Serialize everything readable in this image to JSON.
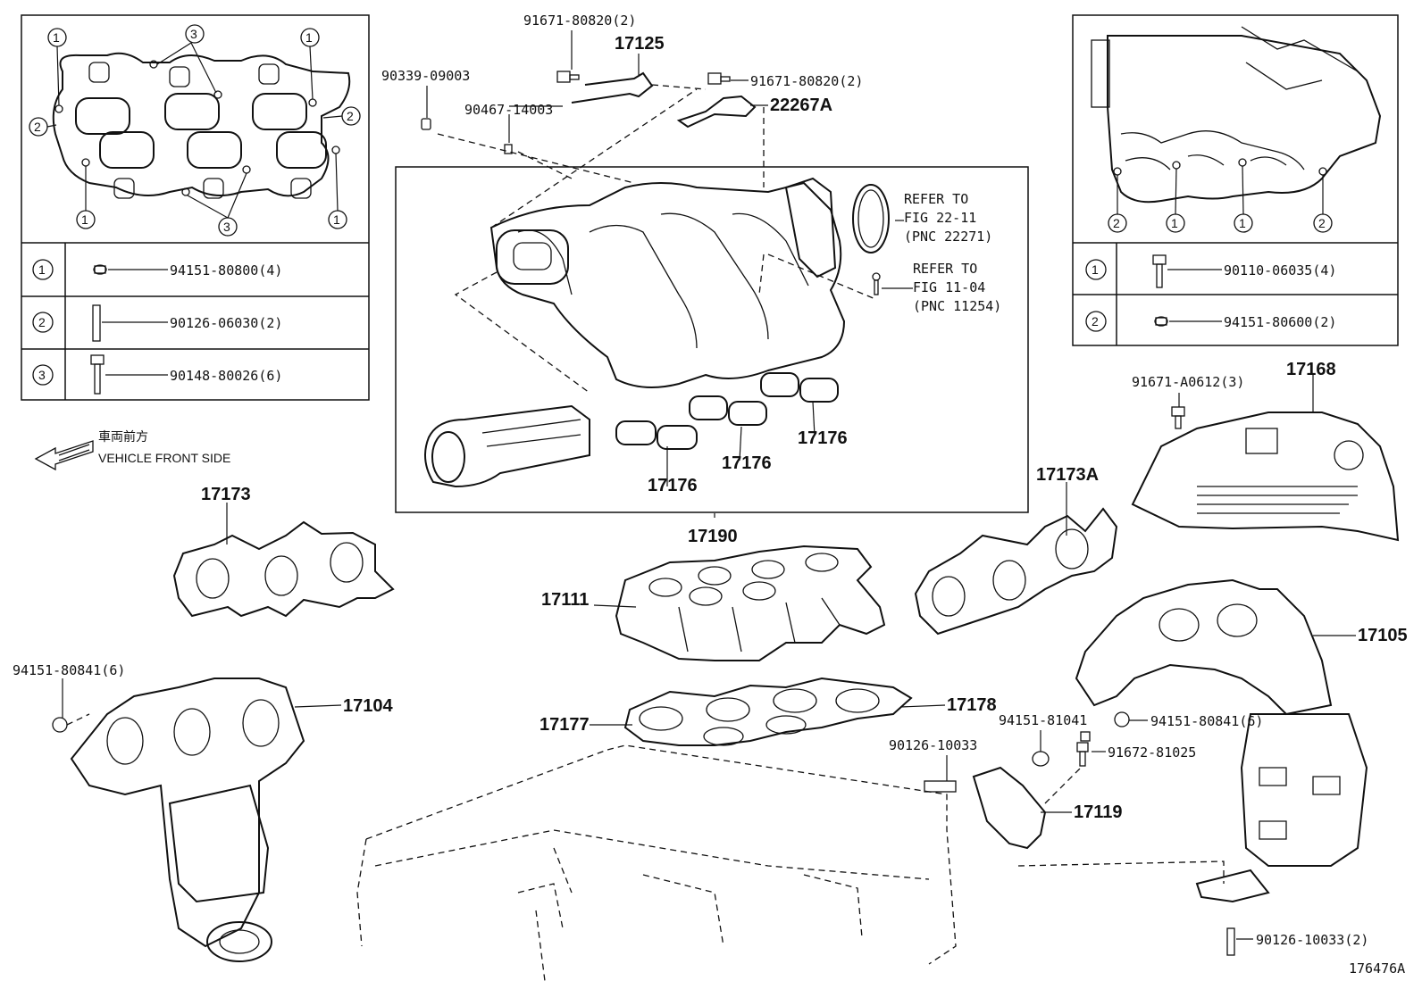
{
  "topleft_legend": [
    {
      "num": "1",
      "part": "94151-80800(4)",
      "icon": "nut-icon"
    },
    {
      "num": "2",
      "part": "90126-06030(2)",
      "icon": "stud-icon"
    },
    {
      "num": "3",
      "part": "90148-80026(6)",
      "icon": "bolt-icon"
    }
  ],
  "topleft_callouts": [
    "1",
    "3",
    "1",
    "2",
    "2",
    "1",
    "3",
    "1"
  ],
  "topright_legend": [
    {
      "num": "1",
      "part": "90110-06035(4)",
      "icon": "bolt-icon"
    },
    {
      "num": "2",
      "part": "94151-80600(2)",
      "icon": "nut-icon"
    }
  ],
  "topright_callouts": [
    "2",
    "1",
    "1",
    "2"
  ],
  "direction": {
    "jp": "車両前方",
    "en": "VEHICLE FRONT SIDE"
  },
  "refs": [
    {
      "l1": "REFER TO",
      "l2": "FIG 22-11",
      "l3": "(PNC 22271)"
    },
    {
      "l1": "REFER TO",
      "l2": "FIG 11-04",
      "l3": "(PNC 11254)"
    }
  ],
  "parts": {
    "p91671_80820_a": "91671-80820(2)",
    "p17125": "17125",
    "p90339": "90339-09003",
    "p90467": "90467-14003",
    "p91671_80820_b": "91671-80820(2)",
    "p22267A": "22267A",
    "p17176a": "17176",
    "p17176b": "17176",
    "p17176c": "17176",
    "p17190": "17190",
    "p17173": "17173",
    "p17173A": "17173A",
    "p91671_A0612": "91671-A0612(3)",
    "p17168": "17168",
    "p17111": "17111",
    "p17105": "17105",
    "p94151_80841_l": "94151-80841(6)",
    "p17104": "17104",
    "p17177": "17177",
    "p17178": "17178",
    "p90126_10033": "90126-10033",
    "p94151_81041": "94151-81041",
    "p91672_81025": "91672-81025",
    "p94151_80841_r": "94151-80841(6)",
    "p17119": "17119",
    "p90126_10033_2": "90126-10033(2)",
    "figure_id": "176476A"
  }
}
